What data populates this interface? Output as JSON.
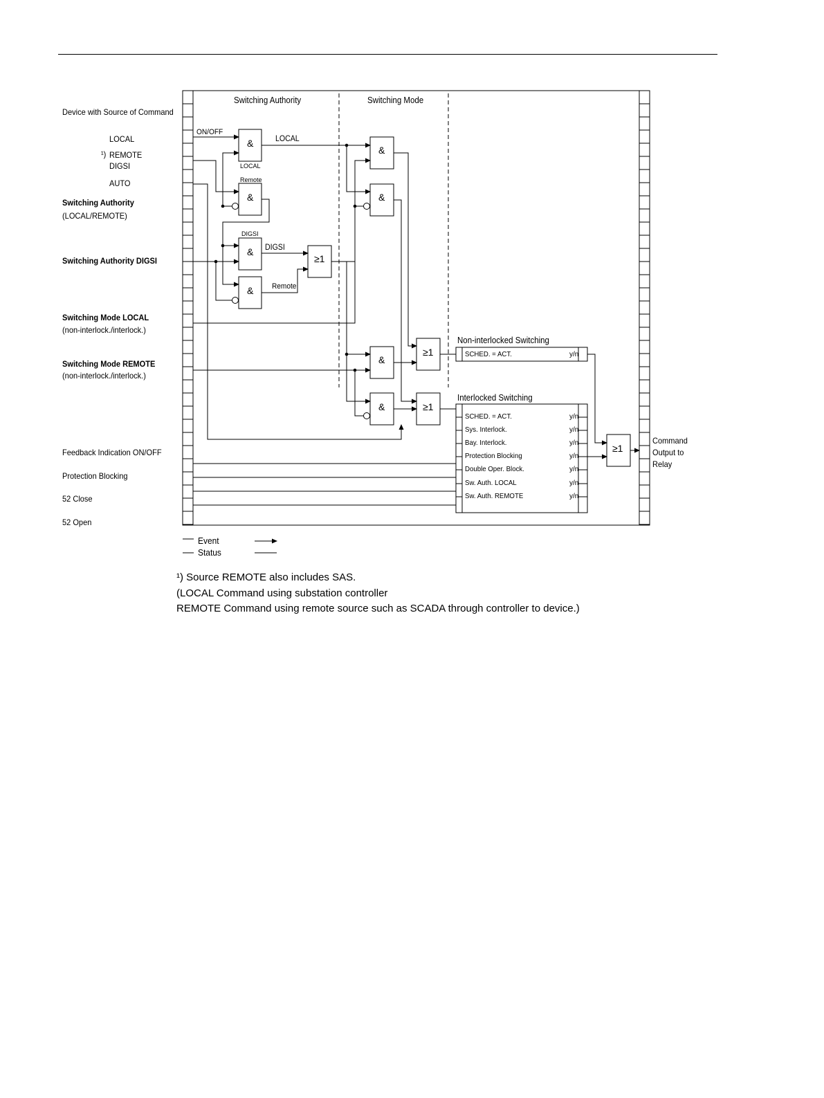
{
  "inputs": {
    "device_source": "Device with Source of Command",
    "local": "LOCAL",
    "remote_mark": "¹)",
    "remote": "REMOTE",
    "digsi": "DIGSI",
    "auto": "AUTO",
    "sw_auth": "Switching Authority",
    "sw_auth_sub": "(LOCAL/REMOTE)",
    "sw_auth_digsi": "Switching Authority DIGSI",
    "sw_mode_local": "Switching Mode LOCAL",
    "sw_mode_local_sub": "(non-interlock./interlock.)",
    "sw_mode_remote": "Switching Mode REMOTE",
    "sw_mode_remote_sub": "(non-interlock./interlock.)",
    "feedback": "Feedback Indication ON/OFF",
    "prot_blocking": "Protection Blocking",
    "close52": "52 Close",
    "open52": "52 Open"
  },
  "headers": {
    "switching_authority": "Switching Authority",
    "switching_mode": "Switching Mode"
  },
  "signals": {
    "on_off": "ON/OFF",
    "local": "LOCAL",
    "local_small": "LOCAL",
    "remote_small": "Remote",
    "digsi_small": "DIGSI",
    "digsi": "DIGSI",
    "remote": "Remote"
  },
  "gates": {
    "and": "&",
    "or": "≥1"
  },
  "non_interlocked": {
    "title": "Non-interlocked Switching",
    "row": "SCHED. = ACT.",
    "yn": "y/n"
  },
  "interlocked": {
    "title": "Interlocked Switching",
    "rows": [
      "SCHED. = ACT.",
      "Sys. Interlock.",
      "Bay. Interlock.",
      "Protection Blocking",
      "Double Oper. Block.",
      "Sw. Auth. LOCAL",
      "Sw. Auth. REMOTE"
    ],
    "yn": "y/n"
  },
  "output": [
    "Command",
    "Output to",
    "Relay"
  ],
  "legend": {
    "event": "Event",
    "status": "Status"
  },
  "footnote": [
    "¹) Source REMOTE also includes SAS.",
    "(LOCAL Command using substation controller",
    "REMOTE Command using remote source such as SCADA through controller to device.)"
  ]
}
